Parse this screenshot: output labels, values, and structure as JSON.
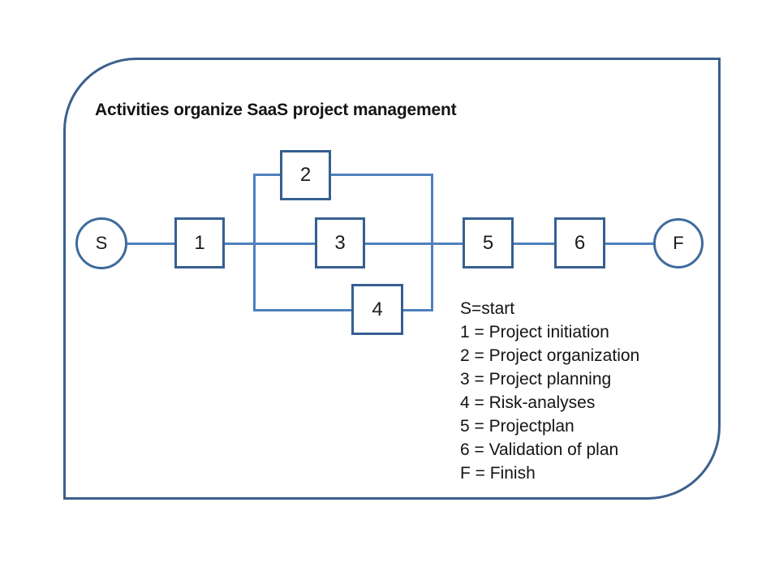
{
  "title": "Activities organize SaaS project management",
  "diagram": {
    "nodes": [
      {
        "id": "S",
        "label": "S",
        "shape": "circle",
        "meaning": "start"
      },
      {
        "id": "1",
        "label": "1",
        "shape": "square",
        "meaning": "Project initiation"
      },
      {
        "id": "2",
        "label": "2",
        "shape": "square",
        "meaning": "Project organization"
      },
      {
        "id": "3",
        "label": "3",
        "shape": "square",
        "meaning": "Project planning"
      },
      {
        "id": "4",
        "label": "4",
        "shape": "square",
        "meaning": "Risk-analyses"
      },
      {
        "id": "5",
        "label": "5",
        "shape": "square",
        "meaning": "Projectplan"
      },
      {
        "id": "6",
        "label": "6",
        "shape": "square",
        "meaning": "Validation of plan"
      },
      {
        "id": "F",
        "label": "F",
        "shape": "circle",
        "meaning": "Finish"
      }
    ],
    "edges": [
      "S-1",
      "1-3",
      "1-2 (upper parallel branch)",
      "2-5 (upper parallel branch)",
      "1-4 (lower parallel branch)",
      "4-5 (lower parallel branch)",
      "3-5",
      "5-6",
      "6-F"
    ]
  },
  "legend": {
    "items": [
      "S=start",
      "1 = Project initiation",
      "2 = Project organization",
      "3 = Project planning",
      "4 = Risk-analyses",
      "5 = Projectplan",
      "6 = Validation of plan",
      "F = Finish"
    ]
  },
  "colors": {
    "connector": "#4f81bd",
    "node_border": "#365f91",
    "circle_border": "#3f6a9c",
    "frame_border": "#3b608c",
    "text": "#141414"
  }
}
